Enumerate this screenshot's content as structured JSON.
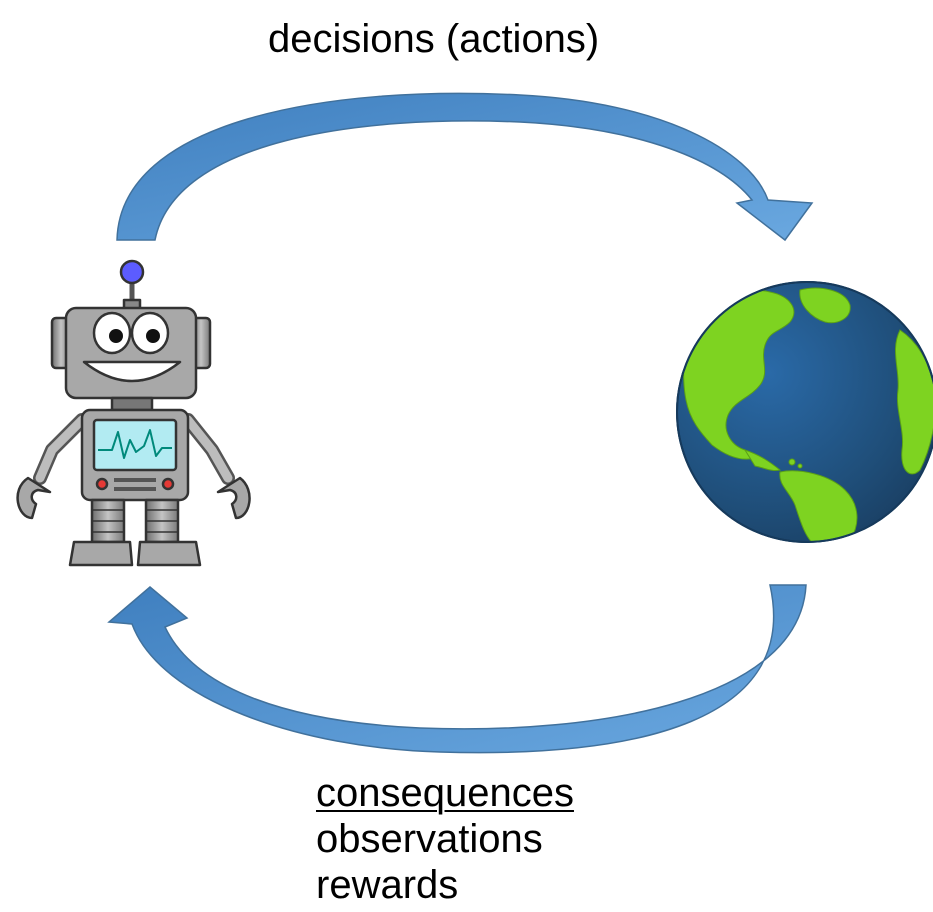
{
  "diagram": {
    "top_label": "decisions (actions)",
    "bottom_labels": {
      "heading": "consequences",
      "items": [
        "observations",
        "rewards"
      ]
    },
    "agent_icon": "robot-icon",
    "environment_icon": "earth-globe-icon"
  },
  "colors": {
    "arrow_fill": "#5b9bd5",
    "arrow_stroke": "#41719c",
    "ocean": "#1f4e79",
    "land": "#7ed321",
    "robot_body": "#9e9e9e",
    "robot_screen": "#b2ebf2",
    "robot_antenna": "#5c5cff",
    "robot_buttons": "#e53935"
  }
}
